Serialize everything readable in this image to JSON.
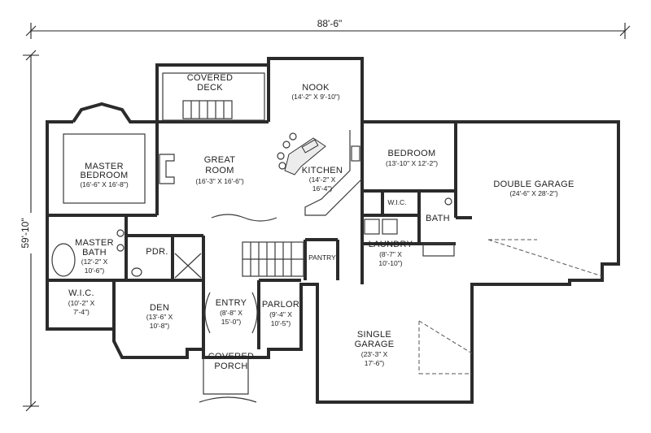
{
  "dimensions": {
    "width": "88'-6\"",
    "depth": "59'-10\""
  },
  "rooms": {
    "covered_deck": {
      "name_line1": "COVERED",
      "name_line2": "DECK"
    },
    "nook": {
      "name": "NOOK",
      "size": "(14'-2\" X 9'-10\")"
    },
    "master_bedroom": {
      "name_line1": "MASTER",
      "name_line2": "BEDROOM",
      "size": "(16'-6\" X 16'-8\")"
    },
    "great_room": {
      "name_line1": "GREAT",
      "name_line2": "ROOM",
      "size": "(16'-3\" X 16'-6\")"
    },
    "kitchen": {
      "name": "KITCHEN",
      "size_line1": "(14'-2\" X",
      "size_line2": "16'-4\")"
    },
    "bedroom": {
      "name": "BEDROOM",
      "size": "(13'-10\" X 12'-2\")"
    },
    "double_garage": {
      "name": "DOUBLE GARAGE",
      "size": "(24'-6\" X 28'-2\")"
    },
    "wic_bedroom": {
      "name": "W.I.C."
    },
    "bath": {
      "name": "BATH"
    },
    "master_bath": {
      "name_line1": "MASTER",
      "name_line2": "BATH",
      "size_line1": "(12'-2\" X",
      "size_line2": "10'-6\")"
    },
    "pdr": {
      "name": "PDR."
    },
    "pantry": {
      "name": "PANTRY"
    },
    "laundry": {
      "name": "LAUNDRY",
      "size_line1": "(8'-7\" X",
      "size_line2": "10'-10\")"
    },
    "wic_master": {
      "name": "W.I.C.",
      "size_line1": "(10'-2\" X",
      "size_line2": "7'-4\")"
    },
    "den": {
      "name": "DEN",
      "size_line1": "(13'-6\" X",
      "size_line2": "10'-8\")"
    },
    "entry": {
      "name": "ENTRY",
      "size_line1": "(8'-8\" X",
      "size_line2": "15'-0\")"
    },
    "parlor": {
      "name": "PARLOR",
      "size_line1": "(9'-4\" X",
      "size_line2": "10'-5\")"
    },
    "single_garage": {
      "name_line1": "SINGLE",
      "name_line2": "GARAGE",
      "size_line1": "(23'-3\" X",
      "size_line2": "17'-6\")"
    },
    "covered_porch": {
      "name_line1": "COVERED",
      "name_line2": "PORCH"
    }
  }
}
